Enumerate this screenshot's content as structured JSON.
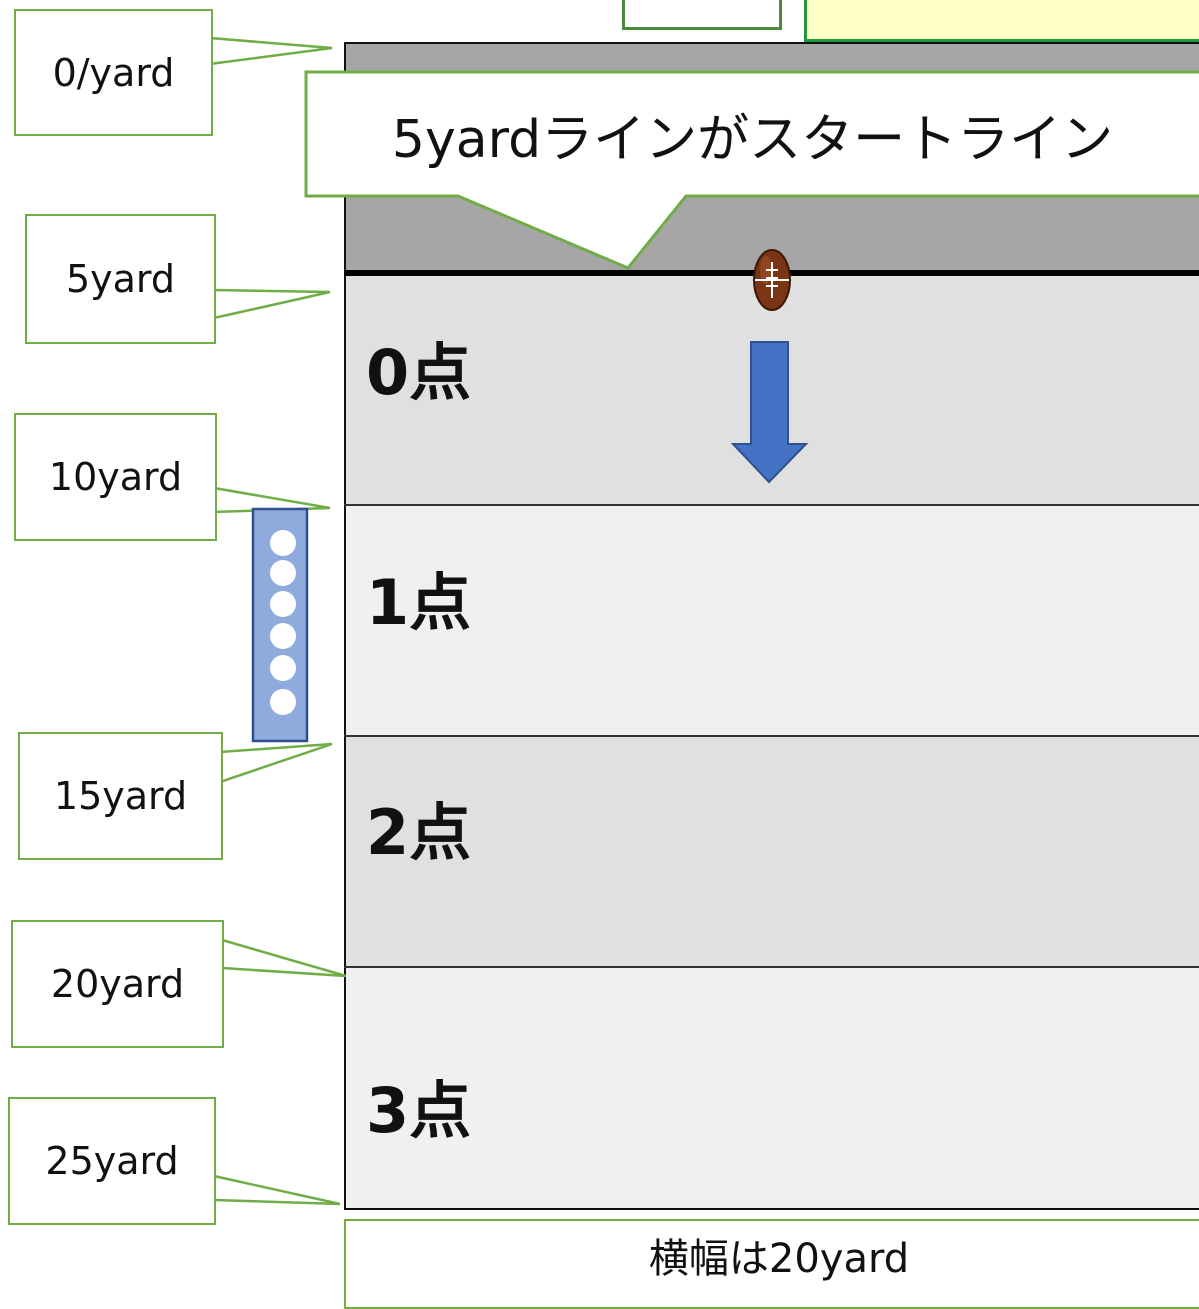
{
  "start_callout": "5yardラインがスタートライン",
  "yard_markers": [
    "0/yard",
    "5yard",
    "10yard",
    "15yard",
    "20yard",
    "25yard"
  ],
  "zones": [
    {
      "label": "0点",
      "color": "#e0e0e0"
    },
    {
      "label": "1点",
      "color": "#f0f0f0"
    },
    {
      "label": "2点",
      "color": "#e0e0e0"
    },
    {
      "label": "3点",
      "color": "#f0f0f0"
    }
  ],
  "width_note": "横幅は20yard",
  "colors": {
    "callout_border": "#70ad47",
    "arrow": "#4472c4",
    "endzone": "#a6a6a6",
    "player_group": "#8faadc"
  },
  "icons": [
    "football-icon",
    "down-arrow-icon"
  ]
}
